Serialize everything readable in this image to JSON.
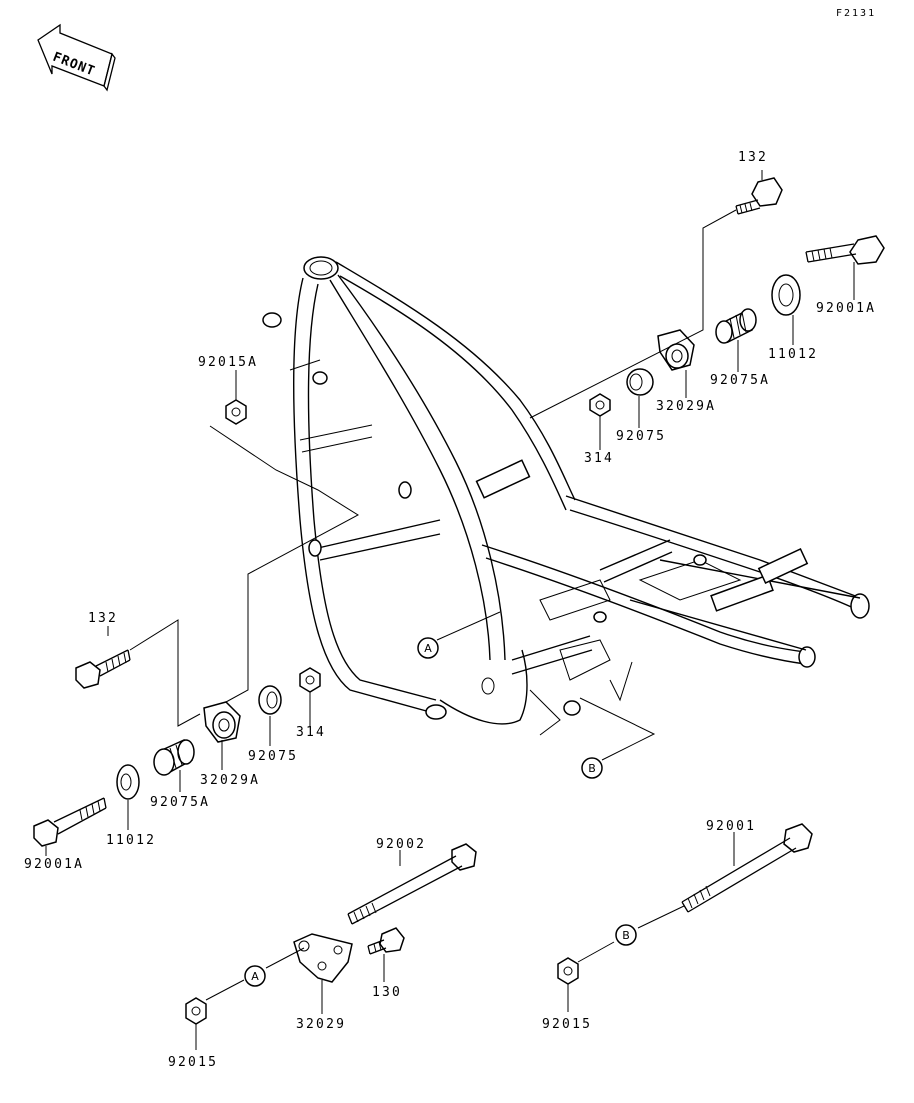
{
  "figure_id": "F2131",
  "front_label": "FRONT",
  "callouts": {
    "c132_top": "132",
    "c92001A_top": "92001A",
    "c11012_top": "11012",
    "c92075A_top": "92075A",
    "c32029A_top": "32029A",
    "c92075_top": "92075",
    "c314_top": "314",
    "c92015A": "92015A",
    "c132_left": "132",
    "c32029A_left": "32029A",
    "c92075_left": "92075",
    "c314_left": "314",
    "c92075A_left": "92075A",
    "c11012_left": "11012",
    "c92001A_left": "92001A",
    "c92002": "92002",
    "c130": "130",
    "c32029": "32029",
    "c92015_left": "92015",
    "c92001": "92001",
    "c92015_right": "92015"
  },
  "reference_marks": {
    "a_frame": "A",
    "b_frame": "B",
    "a_bolt": "A",
    "b_bolt": "B"
  }
}
